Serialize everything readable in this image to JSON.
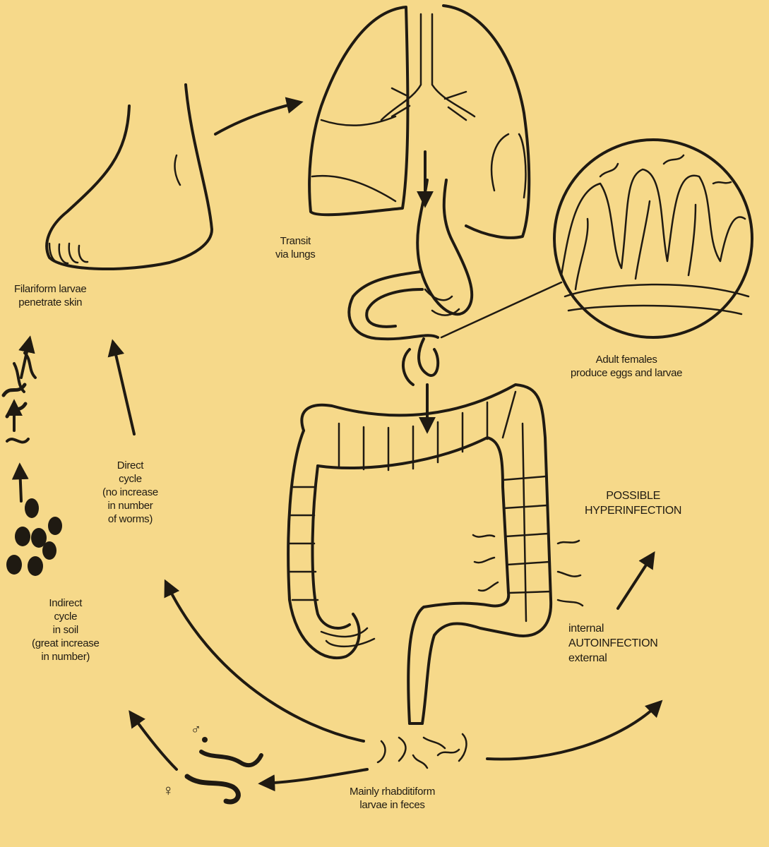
{
  "labels": {
    "skin": [
      "Filariform larvae",
      "penetrate skin"
    ],
    "lungs": [
      "Transit",
      "via lungs"
    ],
    "adult": [
      "Adult females",
      "produce eggs and larvae"
    ],
    "direct": [
      "Direct",
      "cycle",
      "(no increase",
      "in number",
      "of worms)"
    ],
    "indirect": [
      "Indirect",
      "cycle",
      "in soil",
      "(great increase",
      "in number)"
    ],
    "hyper": [
      "POSSIBLE",
      "HYPERINFECTION"
    ],
    "auto": [
      "internal",
      "AUTOINFECTION",
      "external"
    ],
    "feces": [
      "Mainly rhabditiform",
      "larvae in feces"
    ]
  },
  "symbols": {
    "male": "♂",
    "female": "♀"
  },
  "colors": {
    "paper": "#f6d98a",
    "ink": "#1f1a12"
  }
}
